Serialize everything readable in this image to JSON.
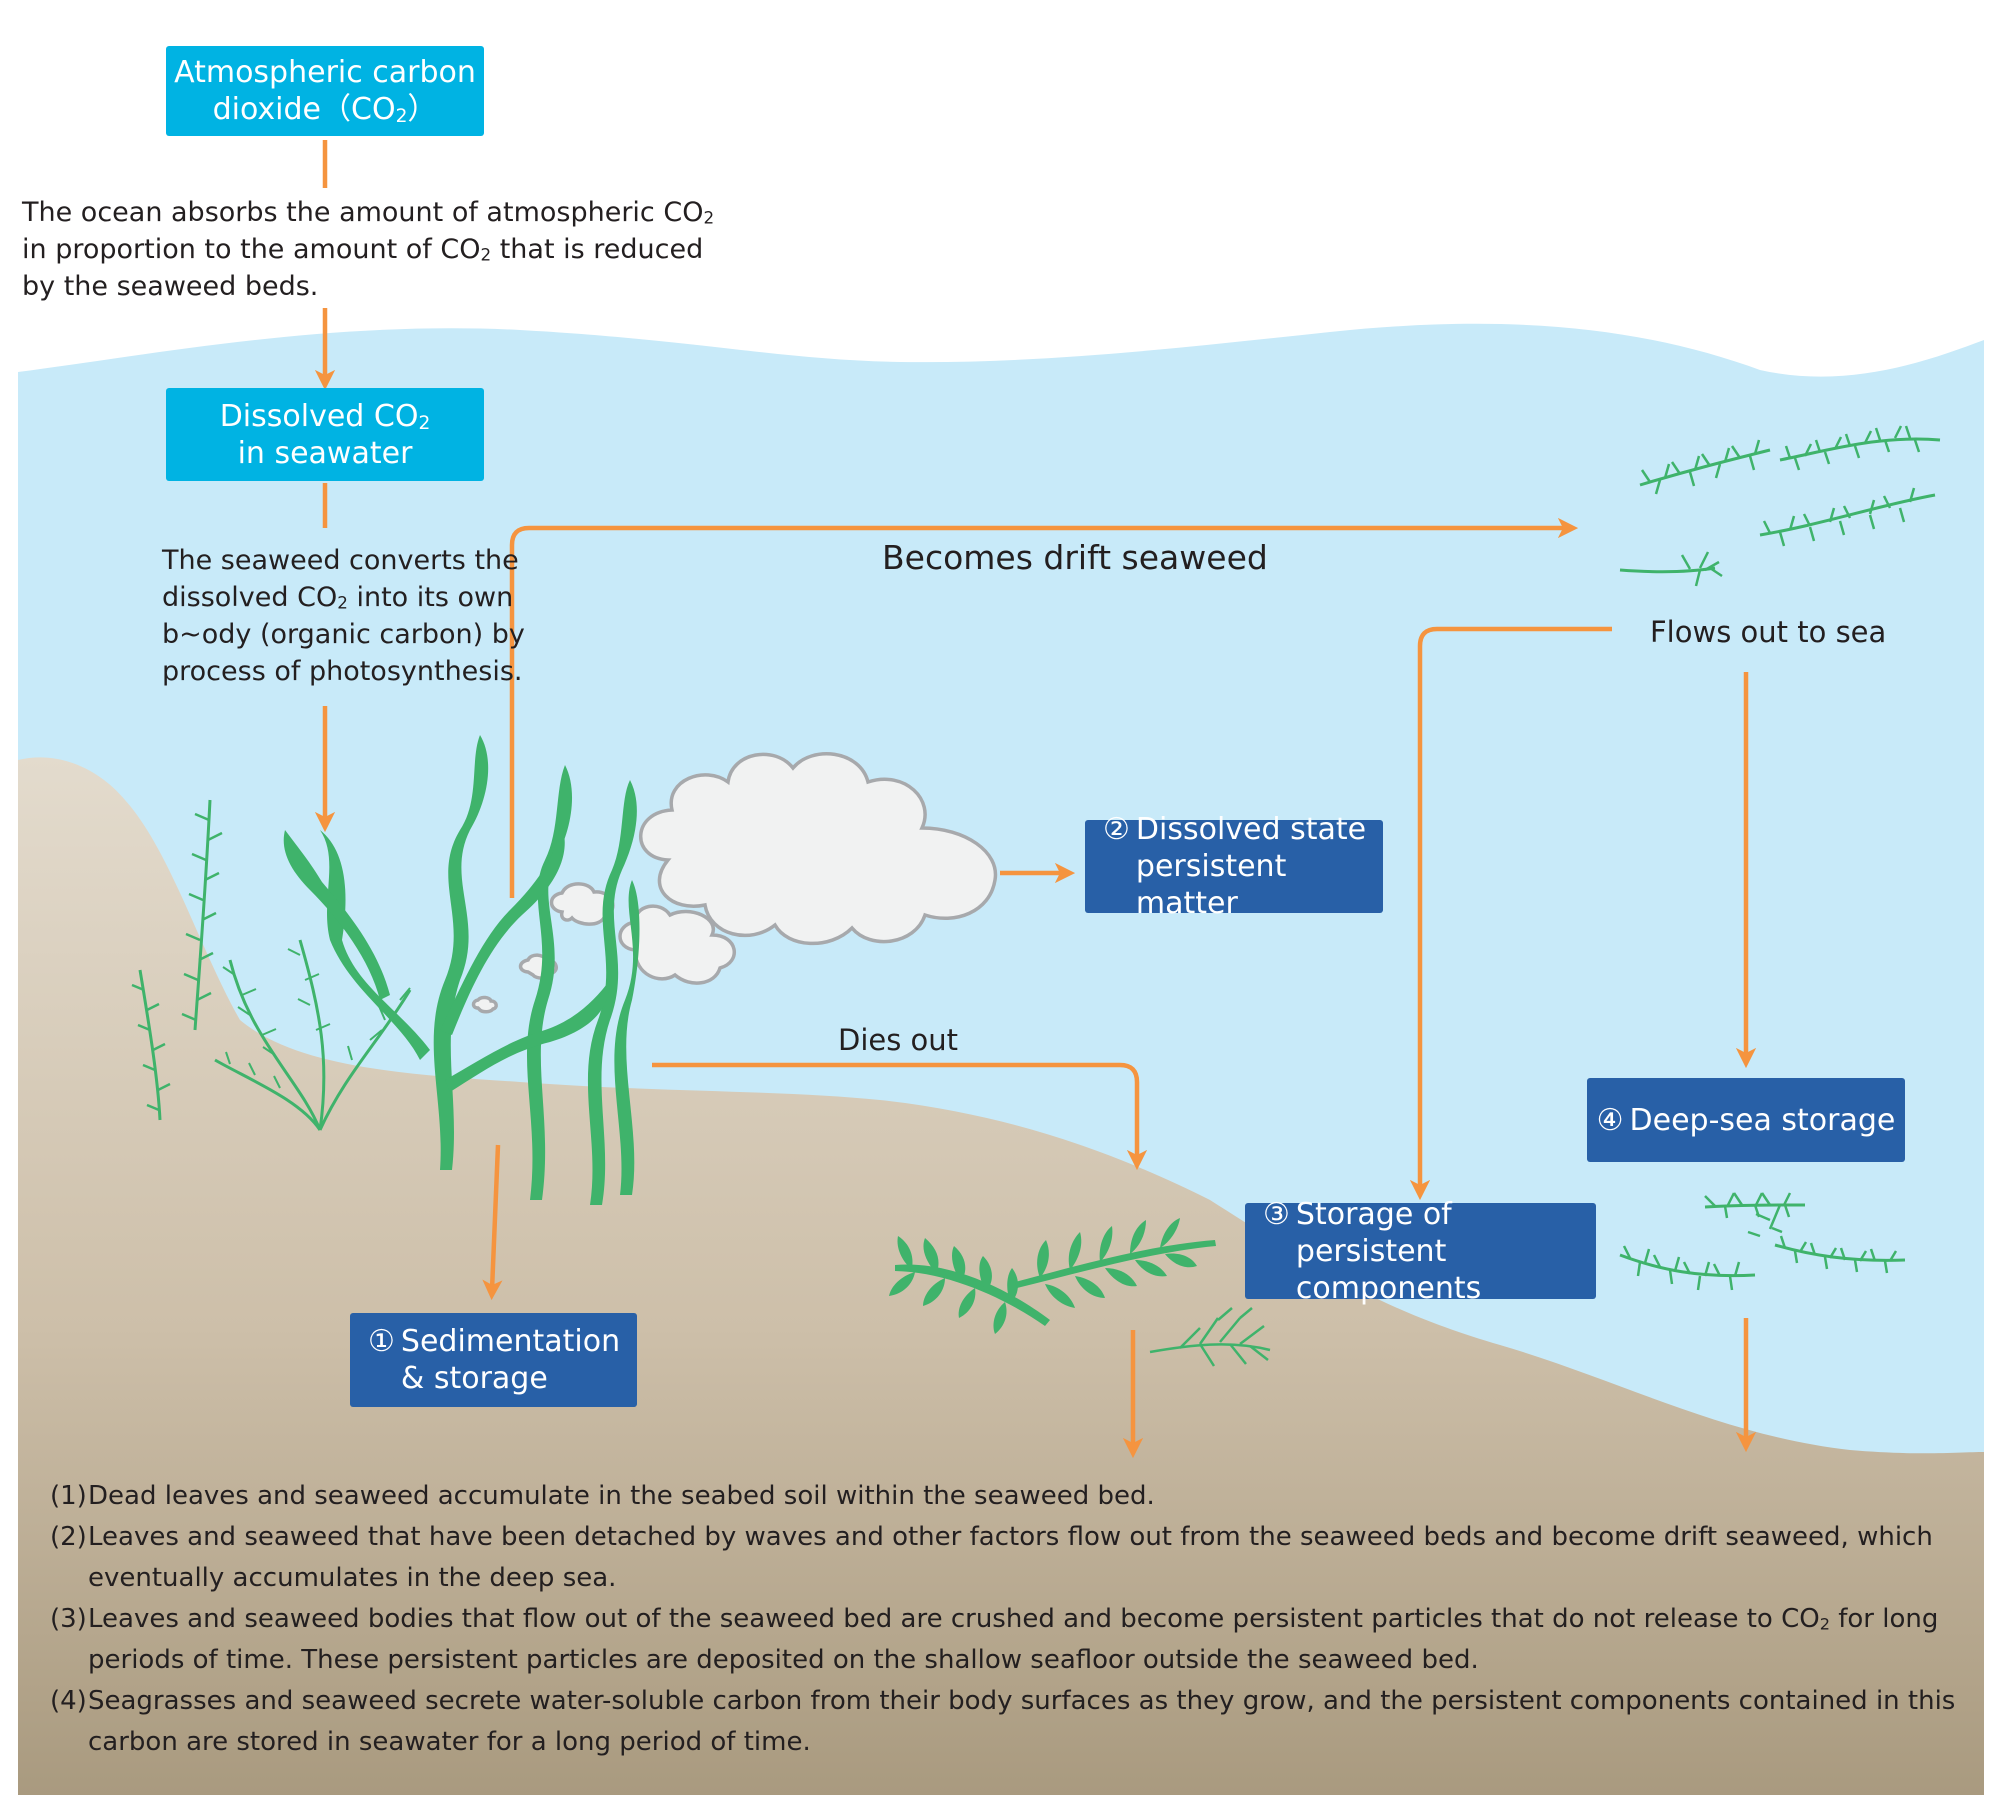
{
  "boxes": {
    "atmospheric": {
      "line1": "Atmospheric carbon",
      "line2_pre": "dioxide（CO",
      "line2_sub": "2",
      "line2_post": "）"
    },
    "dissolved": {
      "line1_pre": "Dissolved CO",
      "line1_sub": "2",
      "line2": "in seawater"
    },
    "sedimentation": {
      "num": "①",
      "line1": "Sedimentation",
      "line2": "& storage"
    },
    "dissolved_state": {
      "num": "②",
      "line1": "Dissolved state",
      "line2": "persistent matter"
    },
    "storage_persistent": {
      "num": "③",
      "line1": "Storage of persistent",
      "line2": "components"
    },
    "deep_sea": {
      "num": "④",
      "line1": "Deep-sea storage"
    }
  },
  "texts": {
    "ocean_absorbs": {
      "line1_pre": "The ocean absorbs the amount of atmospheric CO",
      "line1_sub": "2",
      "line2_pre": "in  proportion to the amount of CO",
      "line2_sub": "2",
      "line2_post": " that is reduced",
      "line3": "by the seaweed beds."
    },
    "seaweed_converts": {
      "line1": "The seaweed converts the",
      "line2_pre": "dissolved CO",
      "line2_sub": "2",
      "line2_post": " into its own",
      "line3": "b~ody (organic carbon) by",
      "line4": "process of photosynthesis."
    },
    "becomes_drift": "Becomes drift seaweed",
    "flows_out": "Flows out to sea",
    "dies_out": "Dies out"
  },
  "notes": [
    {
      "num": "(1)",
      "text": "Dead leaves and seaweed accumulate in the seabed soil within the seaweed bed."
    },
    {
      "num": "(2)",
      "text": "Leaves and seaweed that have been detached by waves and other factors flow out from the seaweed beds and become drift seaweed, which eventually accumulates in the deep sea."
    },
    {
      "num": "(3)",
      "text_pre": "Leaves and seaweed bodies that flow out of the seaweed bed are crushed and become persistent particles that do not release to CO",
      "text_sub": "2",
      "text_post": " for long periods of time. These persistent particles are deposited on the shallow seafloor outside the seaweed bed."
    },
    {
      "num": "(4)",
      "text": "Seagrasses and seaweed secrete water-soluble carbon from their body surfaces as they grow, and the persistent components contained in this carbon are stored in seawater for a long period of time."
    }
  ],
  "colors": {
    "sea": "#c8eaf9",
    "sand": "#dcd2c2",
    "arrow": "#f5943f",
    "cyan_box": "#00b3e3",
    "navy_box": "#2860a7",
    "seaweed": "#3fb36b",
    "cloud": "#f1f2f2"
  }
}
